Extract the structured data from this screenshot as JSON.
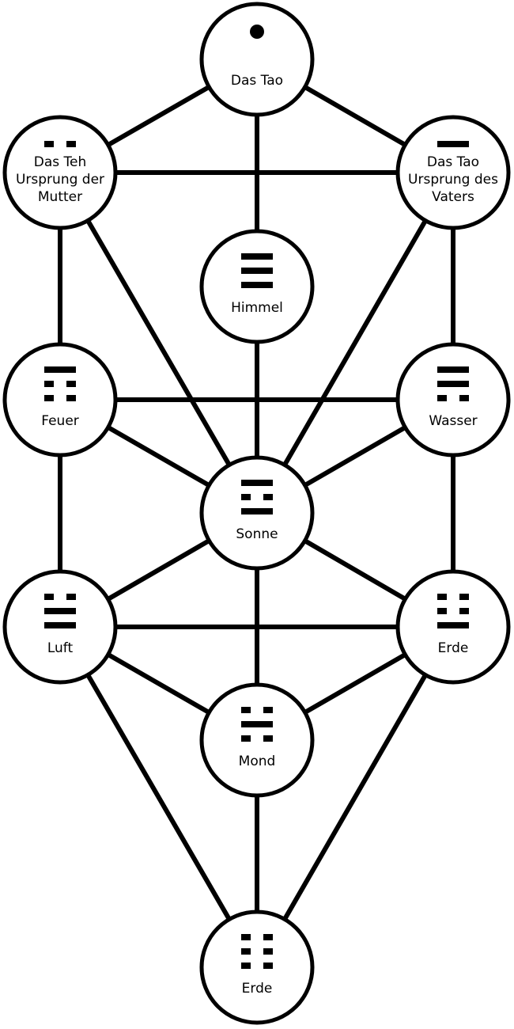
{
  "colors": {
    "line": "#000000",
    "fill": "#ffffff",
    "background": "#ffffff"
  },
  "nodes": [
    {
      "id": "tao",
      "symbol": "dot",
      "lines": [
        "Das Tao"
      ]
    },
    {
      "id": "teh",
      "symbol": "broken",
      "lines": [
        "Das Teh",
        "Ursprung der",
        "Mutter"
      ]
    },
    {
      "id": "vater",
      "symbol": "solid",
      "lines": [
        "Das Tao",
        "Ursprung des",
        "Vaters"
      ]
    },
    {
      "id": "himmel",
      "symbol": "trigram",
      "trigram": [
        1,
        1,
        1
      ],
      "lines": [
        "Himmel"
      ]
    },
    {
      "id": "feuer",
      "symbol": "trigram",
      "trigram": [
        0,
        0,
        1
      ],
      "lines": [
        "Feuer"
      ]
    },
    {
      "id": "wasser",
      "symbol": "trigram",
      "trigram": [
        0,
        1,
        1
      ],
      "lines": [
        "Wasser"
      ]
    },
    {
      "id": "sonne",
      "symbol": "trigram",
      "trigram": [
        1,
        0,
        1
      ],
      "lines": [
        "Sonne"
      ]
    },
    {
      "id": "luft",
      "symbol": "trigram",
      "trigram": [
        1,
        1,
        0
      ],
      "lines": [
        "Luft"
      ]
    },
    {
      "id": "erde1",
      "symbol": "trigram",
      "trigram": [
        1,
        0,
        0
      ],
      "lines": [
        "Erde"
      ]
    },
    {
      "id": "mond",
      "symbol": "trigram",
      "trigram": [
        0,
        1,
        0
      ],
      "lines": [
        "Mond"
      ]
    },
    {
      "id": "erde2",
      "symbol": "trigram",
      "trigram": [
        0,
        0,
        0
      ],
      "lines": [
        "Erde"
      ]
    }
  ],
  "edges": [
    [
      "tao",
      "teh"
    ],
    [
      "tao",
      "vater"
    ],
    [
      "tao",
      "himmel"
    ],
    [
      "teh",
      "vater"
    ],
    [
      "teh",
      "feuer"
    ],
    [
      "teh",
      "sonne"
    ],
    [
      "vater",
      "wasser"
    ],
    [
      "vater",
      "sonne"
    ],
    [
      "himmel",
      "sonne"
    ],
    [
      "feuer",
      "wasser"
    ],
    [
      "feuer",
      "sonne"
    ],
    [
      "feuer",
      "luft"
    ],
    [
      "wasser",
      "sonne"
    ],
    [
      "wasser",
      "erde1"
    ],
    [
      "sonne",
      "luft"
    ],
    [
      "sonne",
      "erde1"
    ],
    [
      "sonne",
      "mond"
    ],
    [
      "luft",
      "erde1"
    ],
    [
      "luft",
      "mond"
    ],
    [
      "luft",
      "erde2"
    ],
    [
      "erde1",
      "mond"
    ],
    [
      "erde1",
      "erde2"
    ],
    [
      "mond",
      "erde2"
    ]
  ]
}
